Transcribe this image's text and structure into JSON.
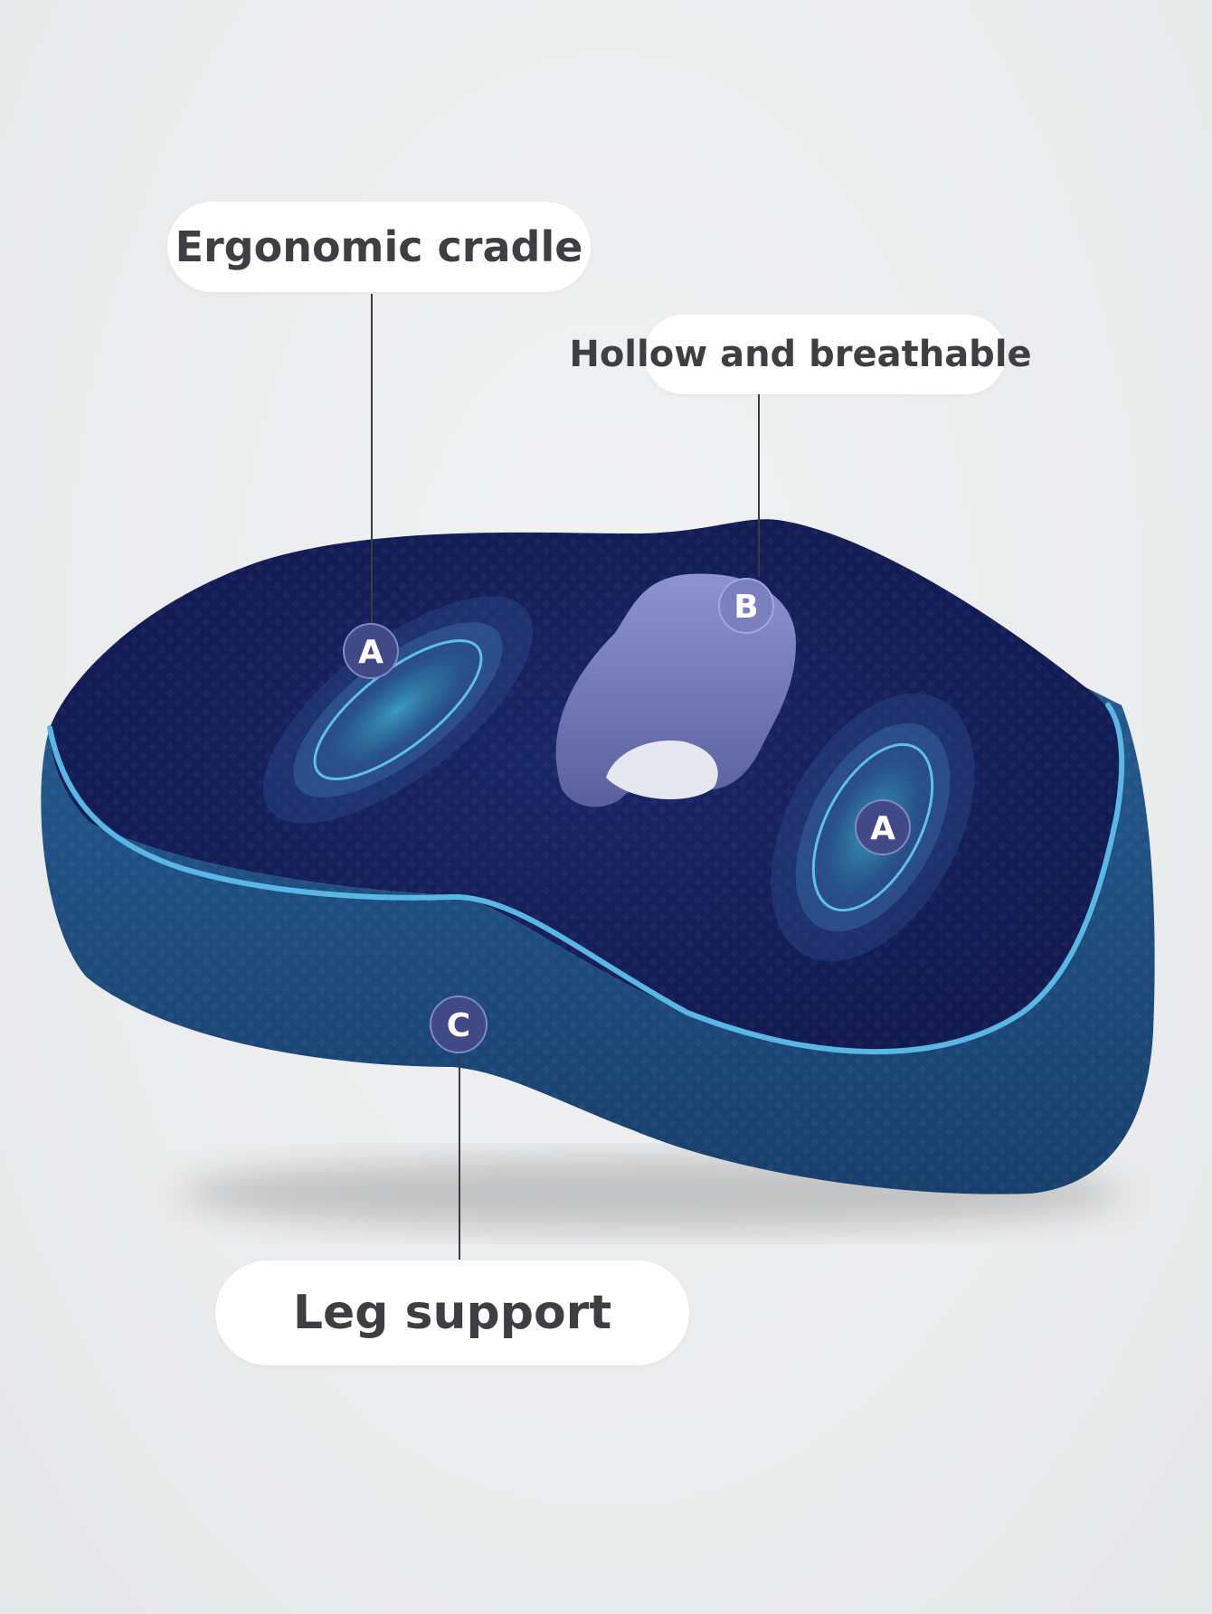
{
  "labels": {
    "ergonomic_cradle": "Ergonomic cradle",
    "hollow_breathable": "Hollow and breathable",
    "leg_support": "Leg support"
  },
  "markers": {
    "a_left": "A",
    "a_right": "A",
    "b": "B",
    "c": "C"
  },
  "colors": {
    "cushion_top": "#15205a",
    "cushion_side": "#1f4f86",
    "piping": "#59b7e6",
    "hollow": "#7f85c4",
    "label_bg": "#ffffff",
    "label_text": "#3d3f42"
  }
}
